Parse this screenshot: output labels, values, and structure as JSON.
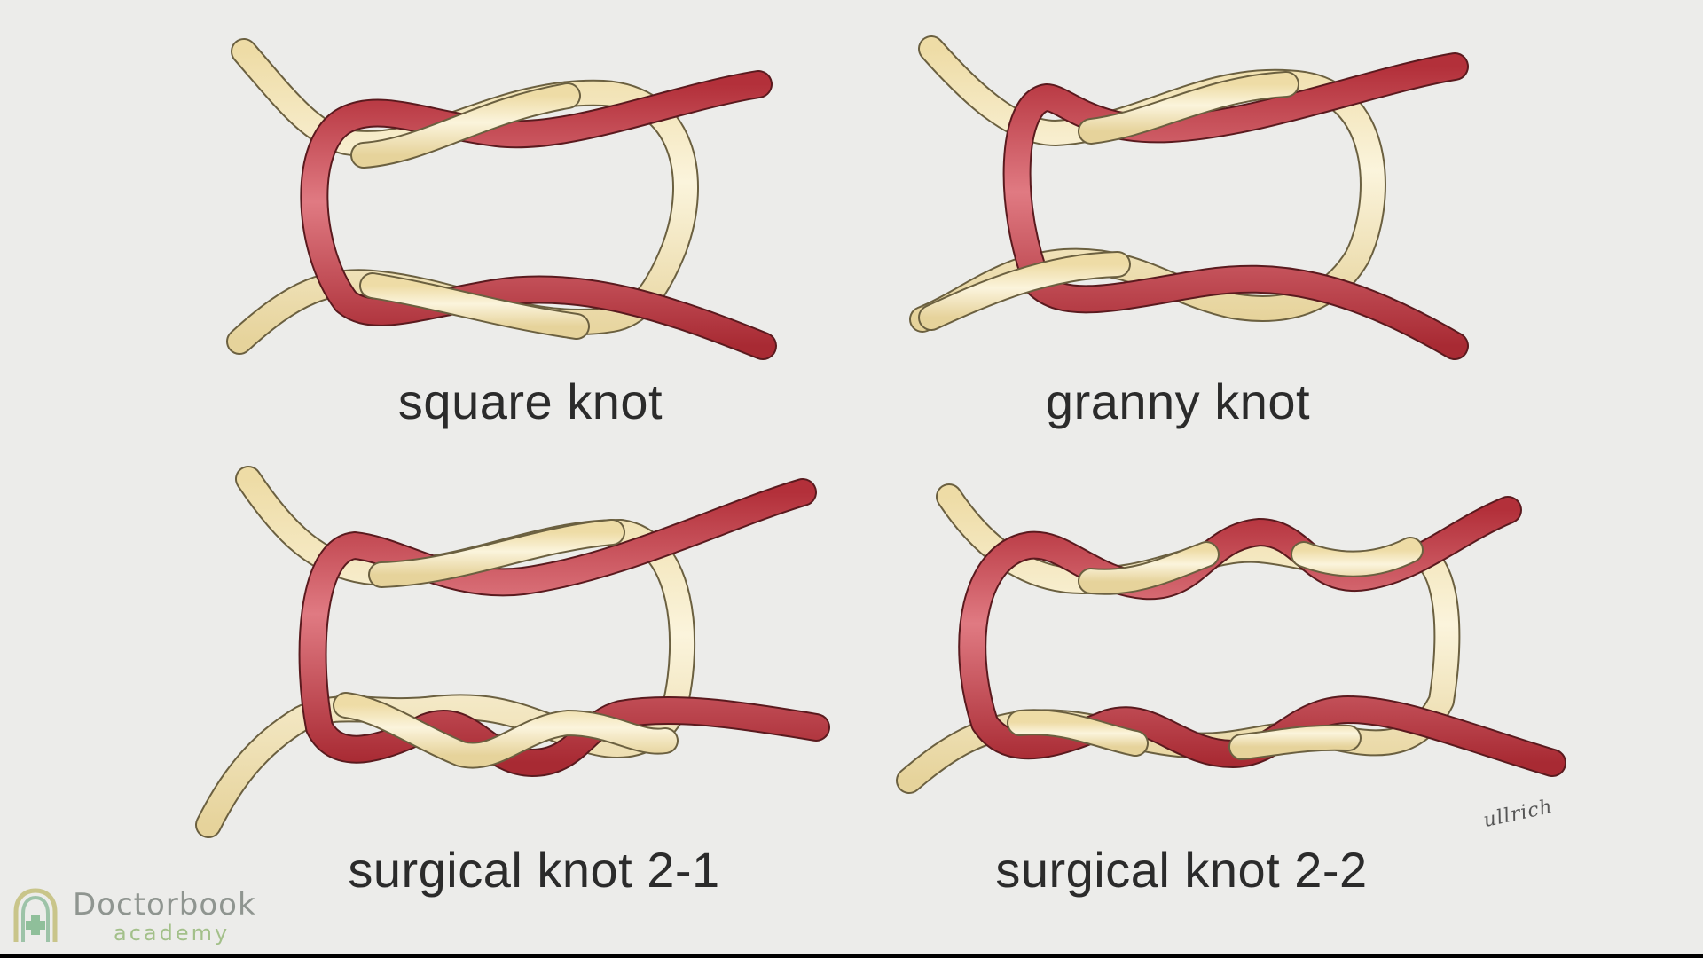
{
  "knots": [
    {
      "id": "square",
      "label": "square knot"
    },
    {
      "id": "granny",
      "label": "granny knot"
    },
    {
      "id": "surgical-2-1",
      "label": "surgical knot 2-1"
    },
    {
      "id": "surgical-2-2",
      "label": "surgical knot 2-2"
    }
  ],
  "signature": "ullrich",
  "brand": {
    "name": "Doctorbook",
    "sub": "academy",
    "icon": "doctorbook-logo-icon"
  },
  "colors": {
    "background": "#ececea",
    "red_strand": "#c0393f",
    "cream_strand": "#f3e4b8",
    "label_text": "#2b2b2b",
    "logo_green": "#a3c08a"
  }
}
